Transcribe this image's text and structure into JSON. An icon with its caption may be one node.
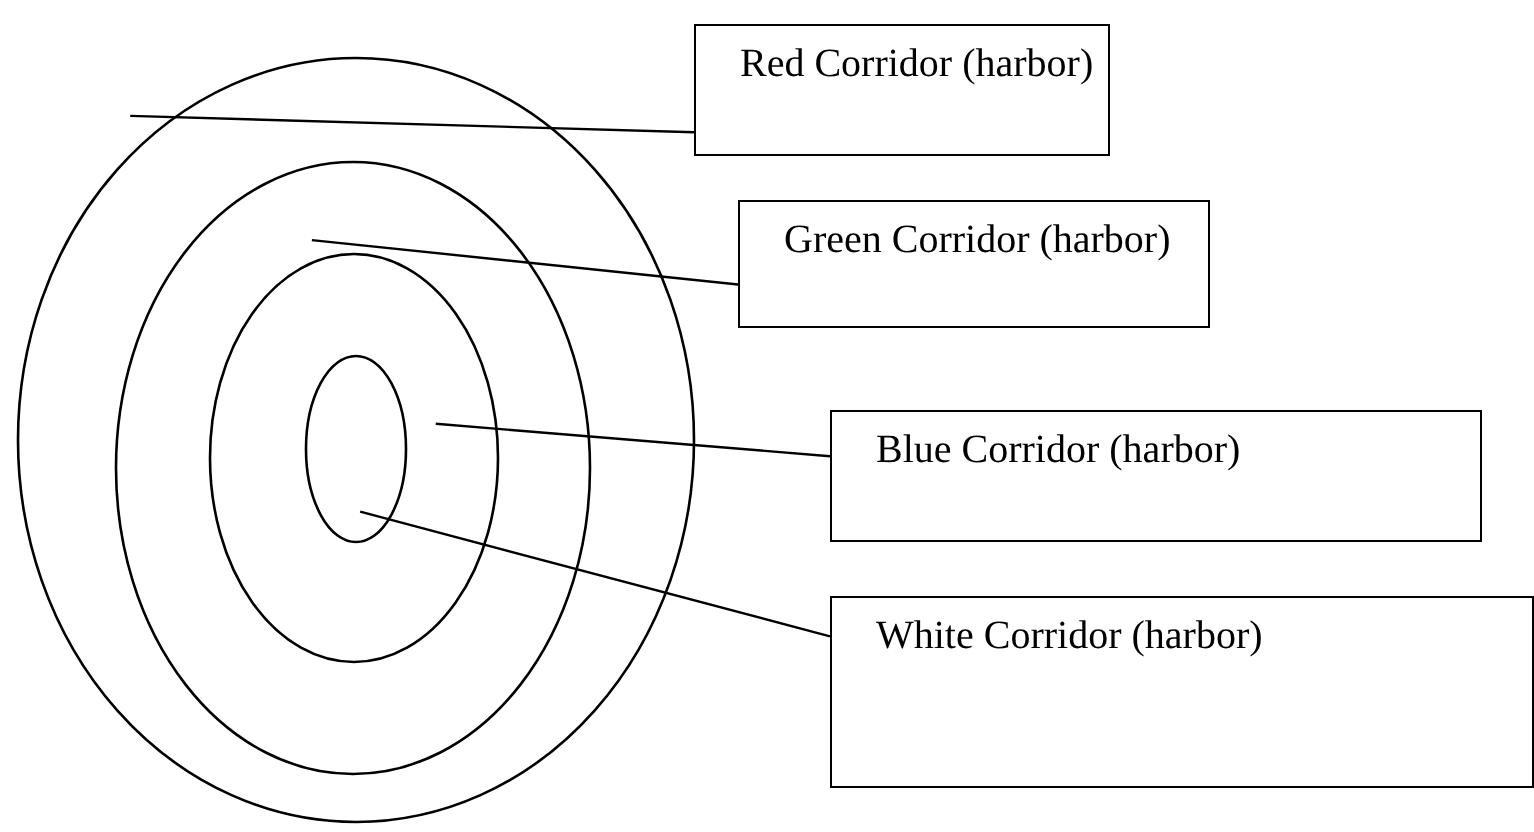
{
  "diagram": {
    "nodes": [
      {
        "text": [],
        "shape": "circle"
      },
      {
        "text": [],
        "shape": "circle",
        "in": 0
      },
      {
        "text": [],
        "shape": "circle",
        "in": 1
      },
      {
        "text": [],
        "shape": "circle",
        "in": 2
      },
      {
        "text": [
          "Red Corridor (harbor)"
        ]
      },
      {
        "text": [
          "Green Corridor (harbor)"
        ]
      },
      {
        "text": [
          "Blue Corridor (harbor)"
        ]
      },
      {
        "text": [
          "White Corridor (harbor)"
        ]
      }
    ],
    "edges": [
      {
        "from": 4,
        "to": 0,
        "arrow": "none"
      },
      {
        "from": 5,
        "to": 1,
        "arrow": "none"
      },
      {
        "from": 6,
        "to": 2,
        "arrow": "none"
      },
      {
        "from": 7,
        "to": 3,
        "arrow": "none"
      }
    ]
  }
}
